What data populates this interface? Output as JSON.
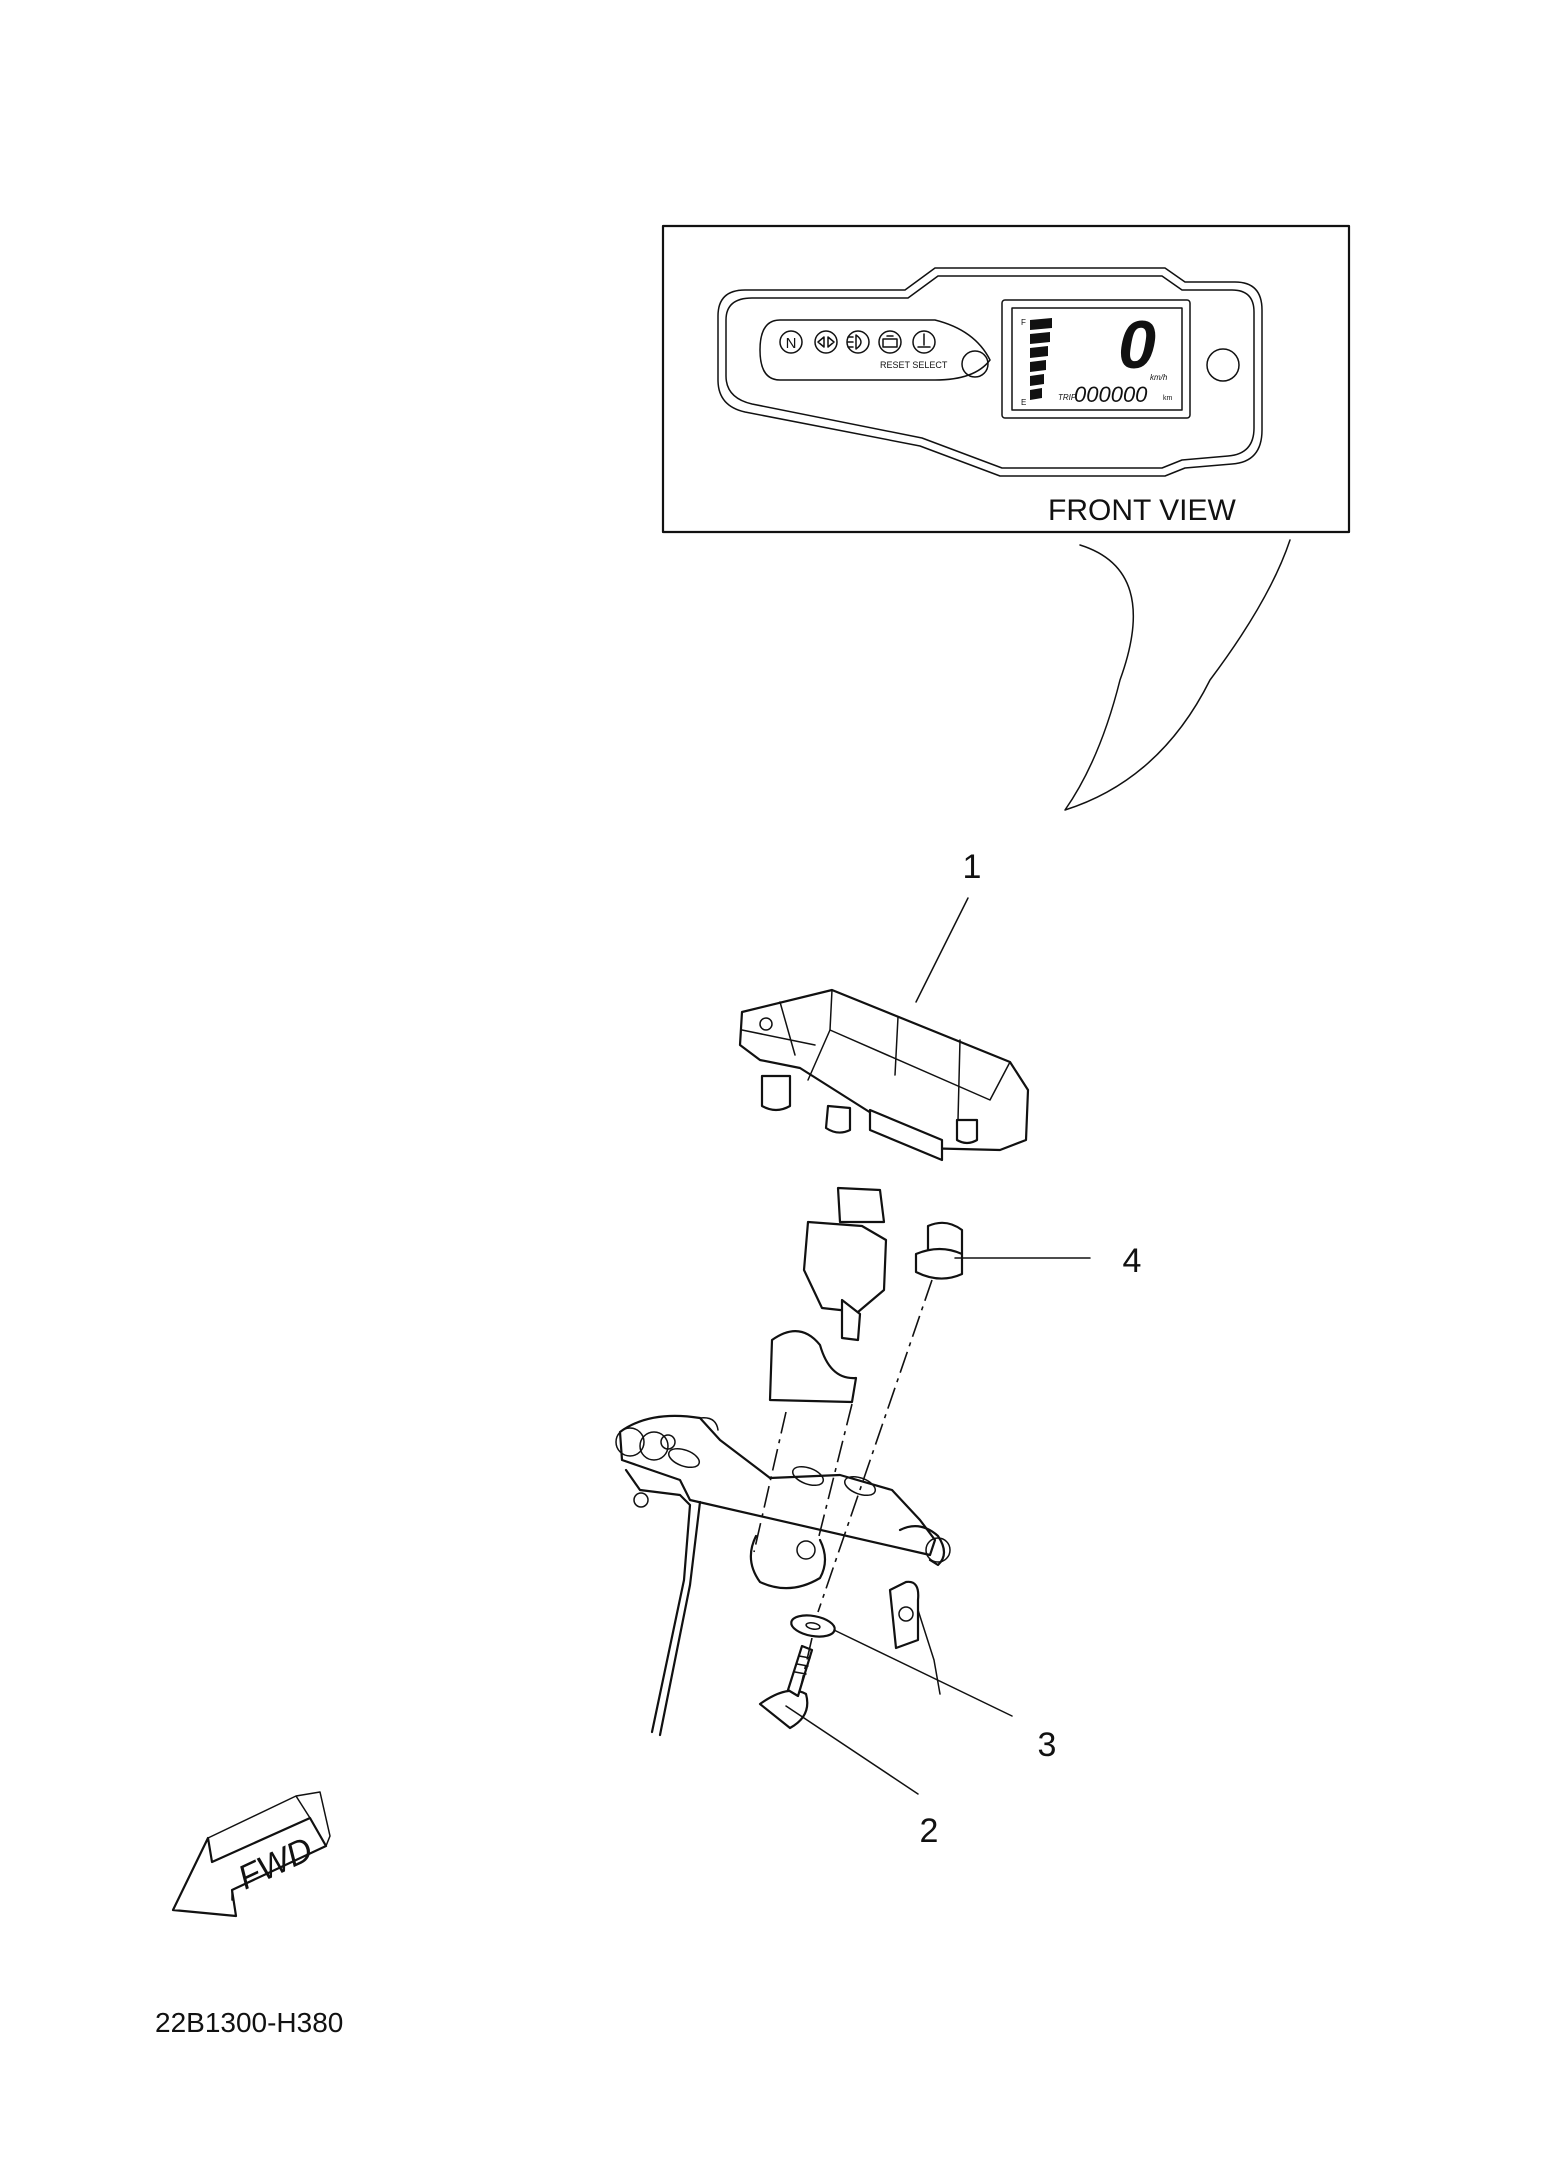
{
  "front_view_label": "FRONT VIEW",
  "lcd": {
    "gear_digit": "0",
    "odometer": "000000",
    "trip_label": "TRIP",
    "speed_unit": "km/h",
    "odo_unit": "km",
    "reset_select_label": "RESET  SELECT",
    "neutral_symbol": "N",
    "fuel_full": "F",
    "fuel_empty": "E"
  },
  "callouts": [
    {
      "number": "1"
    },
    {
      "number": "2"
    },
    {
      "number": "3"
    },
    {
      "number": "4"
    }
  ],
  "fwd_label": "FWD",
  "diagram_code": "22B1300-H380"
}
